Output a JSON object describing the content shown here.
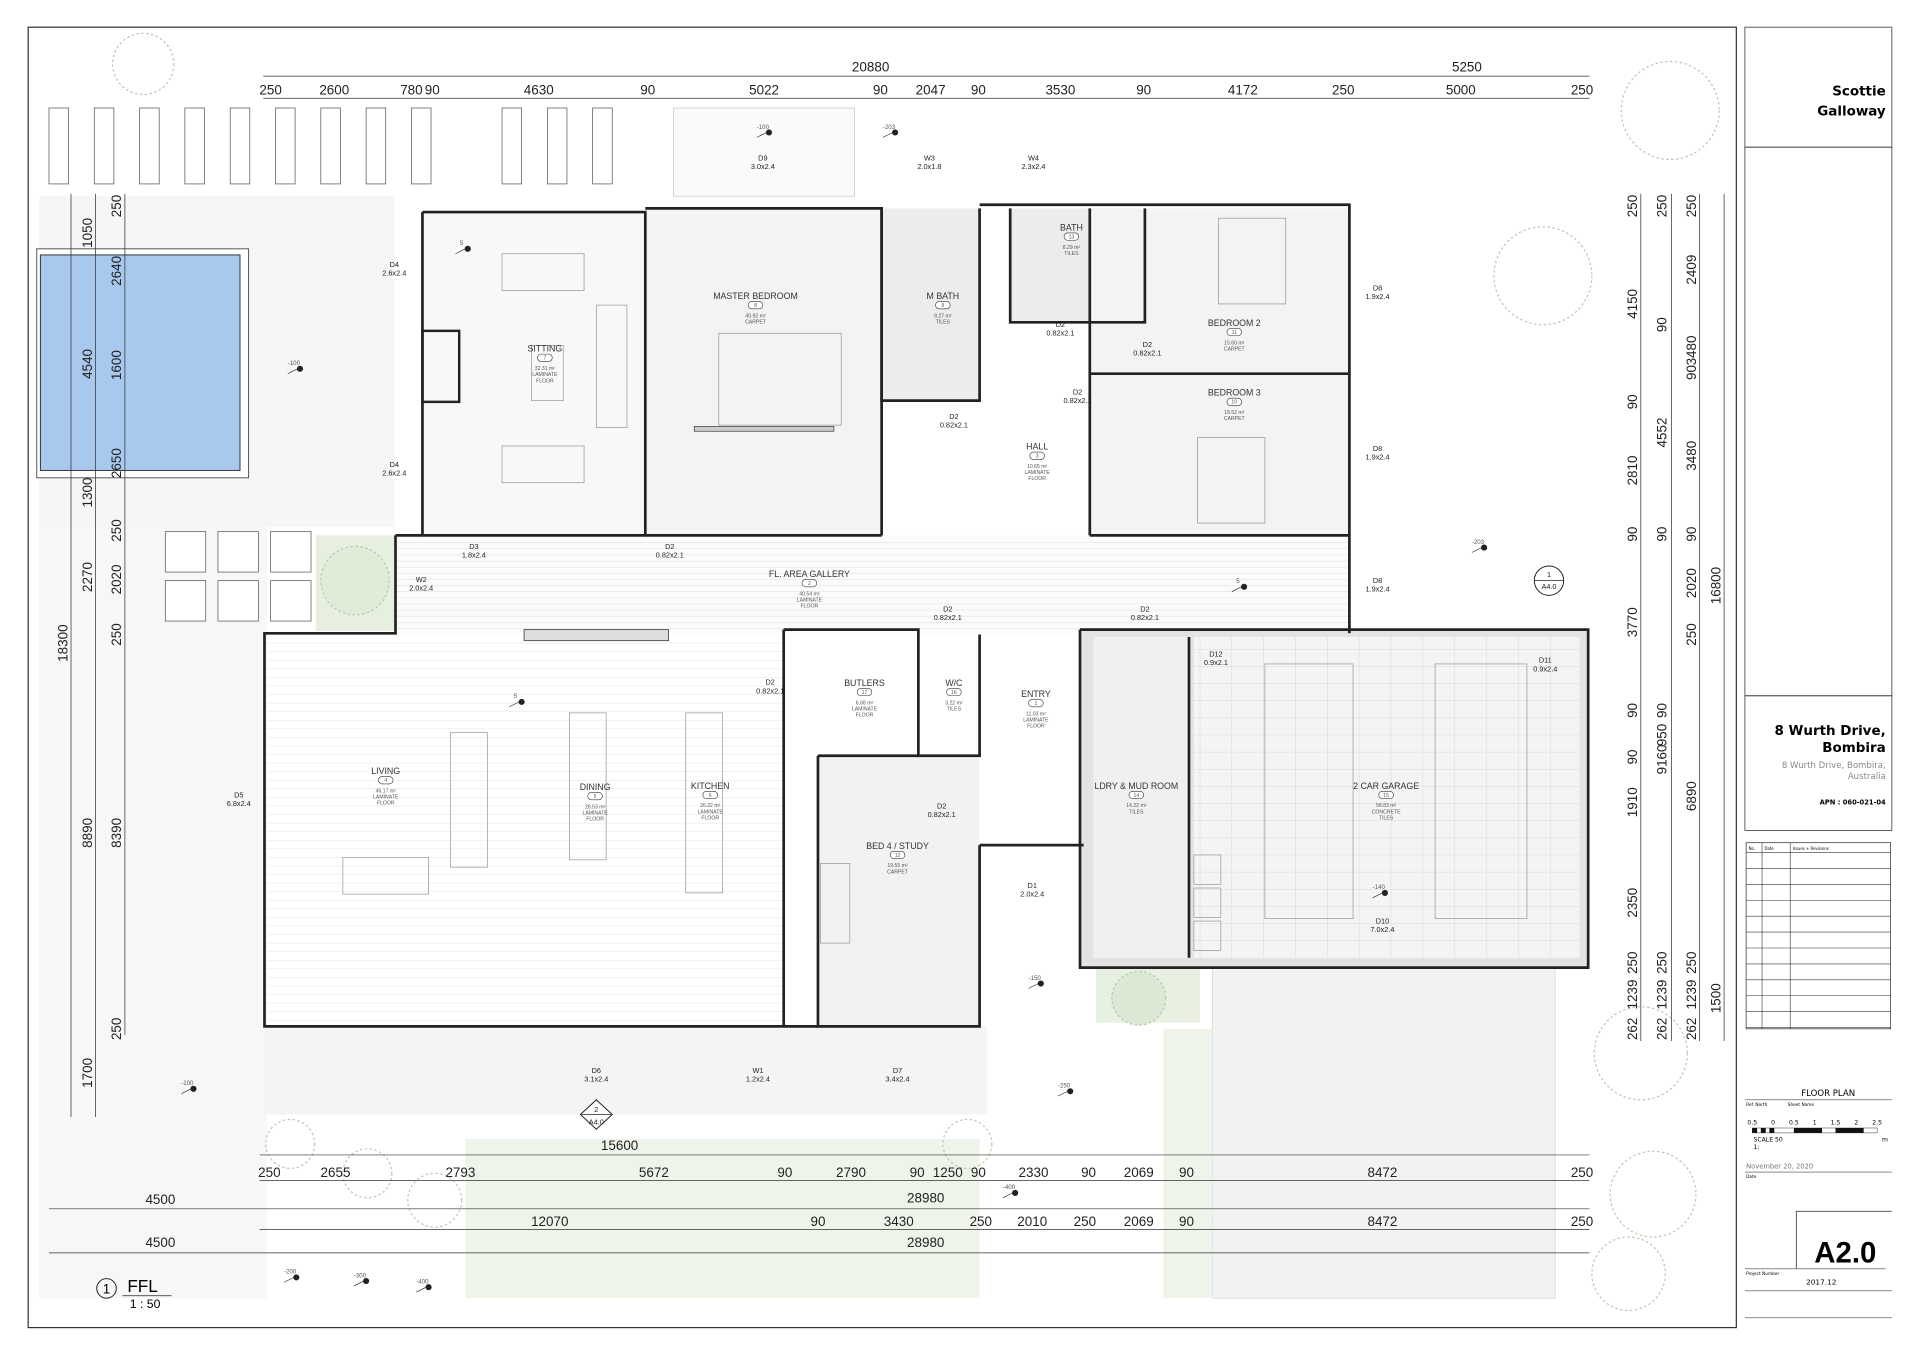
{
  "title_block": {
    "client": [
      "Scottie",
      "Galloway"
    ],
    "project_title": [
      "8 Wurth Drive,",
      "Bombira"
    ],
    "project_address": [
      "8 Wurth Drive, Bombira,",
      "Australia"
    ],
    "apn": "APN : 060-021-04",
    "revision_headers": [
      "No.",
      "Date",
      "Issues + Revisions"
    ],
    "sheet_name": "FLOOR PLAN",
    "ref_north_label": "Ref. North",
    "sheet_name_label": "Sheet Name",
    "scale_ticks": [
      "0.5",
      "0",
      "0.5",
      "1",
      "1.5",
      "2",
      "2.5"
    ],
    "scale_label": "SCALE  50",
    "scale_ratio": "1:",
    "scale_unit": "m",
    "date": "November 20, 2020",
    "date_label": "Date",
    "sheet_number": "A2.0",
    "project_number_label": "Project Number",
    "project_number": "2017.12"
  },
  "view_title": {
    "number": "1",
    "name": "FFL",
    "scale": "1 : 50"
  },
  "rooms": [
    {
      "name": "SITTING",
      "number": "7",
      "area": "32.31 m²",
      "finish": [
        "LAMINATE",
        "FLOOR"
      ]
    },
    {
      "name": "MASTER BEDROOM",
      "number": "8",
      "area": "40.92 m²",
      "finish": [
        "CARPET"
      ]
    },
    {
      "name": "M BATH",
      "number": "9",
      "area": "8.27 m²",
      "finish": [
        "TILES"
      ]
    },
    {
      "name": "BATH",
      "number": "13",
      "area": "8.29 m²",
      "finish": [
        "TILES"
      ]
    },
    {
      "name": "BEDROOM 2",
      "number": "11",
      "area": "15.60 m²",
      "finish": [
        "CARPET"
      ]
    },
    {
      "name": "BEDROOM 3",
      "number": "10",
      "area": "18.52 m²",
      "finish": [
        "CARPET"
      ]
    },
    {
      "name": "HALL",
      "number": "3",
      "area": "10.65 m²",
      "finish": [
        "LAMINATE",
        "FLOOR"
      ]
    },
    {
      "name": "FL. AREA GALLERY",
      "number": "2",
      "area": "40.54 m²",
      "finish": [
        "LAMINATE",
        "FLOOR"
      ]
    },
    {
      "name": "BUTLERS",
      "number": "17",
      "area": "6.68 m²",
      "finish": [
        "LAMINATE",
        "FLOOR"
      ]
    },
    {
      "name": "W/C",
      "number": "16",
      "area": "3.22 m²",
      "finish": [
        "TILES"
      ]
    },
    {
      "name": "ENTRY",
      "number": "1",
      "area": "11.03 m²",
      "finish": [
        "LAMINATE",
        "FLOOR"
      ]
    },
    {
      "name": "LIVING",
      "number": "4",
      "area": "46.17 m²",
      "finish": [
        "LAMINATE",
        "FLOOR"
      ]
    },
    {
      "name": "DINING",
      "number": "5",
      "area": "26.53 m²",
      "finish": [
        "LAMINATE",
        "FLOOR"
      ]
    },
    {
      "name": "KITCHEN",
      "number": "6",
      "area": "26.22 m²",
      "finish": [
        "LAMINATE",
        "FLOOR"
      ]
    },
    {
      "name": "BED 4 / STUDY",
      "number": "12",
      "area": "19.55 m²",
      "finish": [
        "CARPET"
      ]
    },
    {
      "name": "LDRY & MUD ROOM",
      "number": "14",
      "area": "14.22 m²",
      "finish": [
        "TILES"
      ]
    },
    {
      "name": "2 CAR GARAGE",
      "number": "15",
      "area": "58.83 m²",
      "finish": [
        "CONCRETE",
        "TILES"
      ]
    }
  ],
  "openings": [
    {
      "id": "D9",
      "size": "3.0x2.4"
    },
    {
      "id": "W3",
      "size": "2.0x1.8"
    },
    {
      "id": "W4",
      "size": "2.3x2.4"
    },
    {
      "id": "D4",
      "size": "2.6x2.4"
    },
    {
      "id": "D4",
      "size": "2.6x2.4"
    },
    {
      "id": "D3",
      "size": "1.8x2.4"
    },
    {
      "id": "D2",
      "size": "0.82x2.1"
    },
    {
      "id": "W2",
      "size": "2.0x2.4"
    },
    {
      "id": "D2",
      "size": "0.82x2.1"
    },
    {
      "id": "D2",
      "size": "0.82x2.1"
    },
    {
      "id": "D2",
      "size": "0.82x2.1"
    },
    {
      "id": "D2",
      "size": "0.82x2.1"
    },
    {
      "id": "D8",
      "size": "1.9x2.4"
    },
    {
      "id": "D8",
      "size": "1.9x2.4"
    },
    {
      "id": "D8",
      "size": "1.9x2.4"
    },
    {
      "id": "D2",
      "size": "0.82x2.1"
    },
    {
      "id": "D2",
      "size": "0.82x2.1"
    },
    {
      "id": "D2",
      "size": "0.82x2.1"
    },
    {
      "id": "D12",
      "size": "0.9x2.1"
    },
    {
      "id": "D11",
      "size": "0.9x2.4"
    },
    {
      "id": "D2",
      "size": "0.82x2.1"
    },
    {
      "id": "D1",
      "size": "2.0x2.4"
    },
    {
      "id": "D10",
      "size": "7.0x2.4"
    },
    {
      "id": "D5",
      "size": "6.8x2.4"
    },
    {
      "id": "D6",
      "size": "3.1x2.4"
    },
    {
      "id": "W1",
      "size": "1.2x2.4"
    },
    {
      "id": "D7",
      "size": "3.4x2.4"
    }
  ],
  "levels": [
    "-100",
    "-203",
    "-100",
    "5",
    "5",
    "5",
    "-203",
    "-140",
    "-150",
    "-250",
    "-100",
    "-400",
    "-200",
    "-300",
    "-400"
  ],
  "section_markers": [
    {
      "number": "1",
      "sheet": "A4.0"
    },
    {
      "number": "2",
      "sheet": "A4.0"
    }
  ],
  "dimensions": {
    "top_overall": [
      "20880",
      "5250"
    ],
    "top_row": [
      "250",
      "2600",
      "780",
      "90",
      "4630",
      "90",
      "5022",
      "90",
      "2047",
      "90",
      "3530",
      "90",
      "4172",
      "250",
      "5000",
      "250"
    ],
    "bottom_overall_1": [
      "15600",
      "28980",
      "4500"
    ],
    "bottom_row_1": [
      "250",
      "2655",
      "2793",
      "5672",
      "90",
      "2790",
      "90",
      "1250",
      "90",
      "2330",
      "90",
      "2069",
      "90",
      "8472",
      "250"
    ],
    "bottom_overall_2": [
      "28980",
      "4500"
    ],
    "bottom_row_2": [
      "12070",
      "90",
      "3430",
      "250",
      "2010",
      "250",
      "2069",
      "90",
      "8472",
      "250"
    ],
    "left_inner": [
      "250",
      "2640",
      "1600",
      "2650",
      "250",
      "2020",
      "250",
      "8390",
      "250"
    ],
    "left_outer": [
      "1050",
      "4540",
      "1300",
      "2270",
      "8890",
      "1700"
    ],
    "left_overall": [
      "18300"
    ],
    "right_a": [
      "250",
      "4150",
      "90",
      "2810",
      "90",
      "3770",
      "90",
      "90",
      "1910",
      "2350",
      "250",
      "1239",
      "262"
    ],
    "right_b": [
      "250",
      "90",
      "4552",
      "90",
      "90",
      "950",
      "9160",
      "250",
      "1239",
      "262"
    ],
    "right_c": [
      "250",
      "2409",
      "3480",
      "90",
      "3480",
      "90",
      "2020",
      "250",
      "6890",
      "250",
      "1239",
      "262"
    ],
    "right_overall": [
      "16800",
      "1500"
    ]
  },
  "colors": {
    "pool": "#a9c8ee",
    "landscape": "#eaf2e4",
    "wall": "#222222",
    "paving": "#f0f0f0"
  }
}
